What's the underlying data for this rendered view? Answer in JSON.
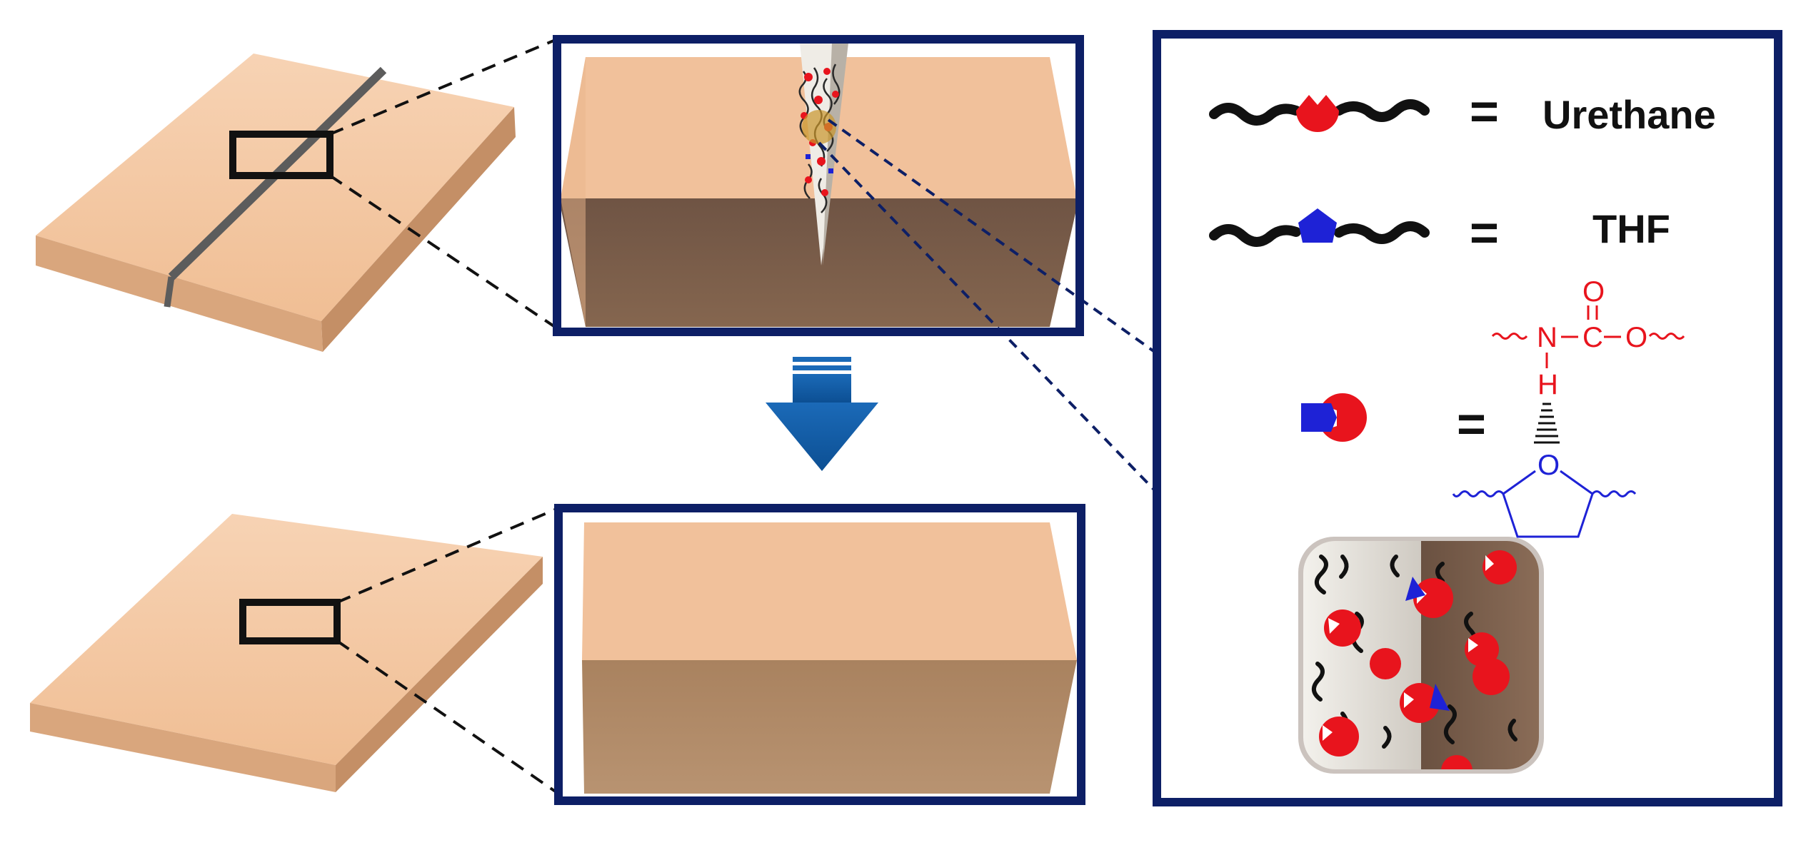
{
  "legend": {
    "urethane_label": "Urethane",
    "thf_label": "THF",
    "equals_sign": "="
  },
  "chemistry": {
    "nitrogen": "N",
    "hydrogen": "H",
    "carbon": "C",
    "carbonyl_oxygen": "O",
    "ester_oxygen": "O",
    "bond_dash": "–",
    "ring_oxygen": "O"
  },
  "colors": {
    "frame_navy": "#0d1f66",
    "slab_top": "#f3c49d",
    "slab_side": "#d9a67d",
    "block_dark_face": "#7b5e4b",
    "block_healed_face": "#b58f6c",
    "arrow_blue": "#0f5aa6",
    "urethane_red": "#e8141d",
    "thf_blue": "#1e22d6"
  },
  "icons": [
    "urethane-chain-icon",
    "thf-chain-icon",
    "hydrogen-bond-pair-icon",
    "down-arrow-icon"
  ]
}
